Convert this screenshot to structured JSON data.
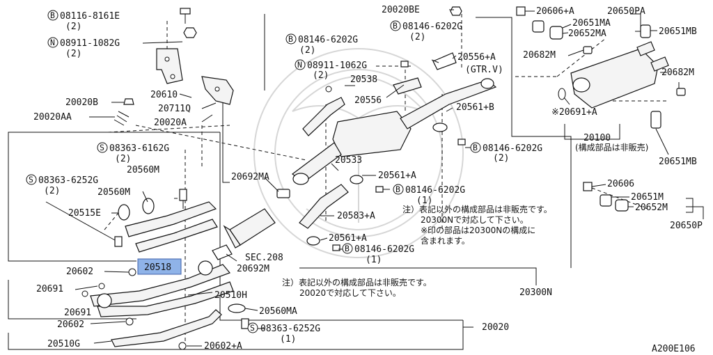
{
  "labels": {
    "p08116": "08116-8161E",
    "p08116_qty": "(2)",
    "p08911a": "08911-1082G",
    "p08911a_qty": "(2)",
    "p20610": "20610",
    "p20711Q": "20711Q",
    "p20020A": "20020A",
    "p20020B": "20020B",
    "p20020AA": "20020AA",
    "p08363_6162G": "08363-6162G",
    "p08363_6162G_qty": "(2)",
    "p20560M_a": "20560M",
    "p08363_6252G_a": "08363-6252G",
    "p08363_6252G_a_qty": "(2)",
    "p20560M_b": "20560M",
    "p20515E": "20515E",
    "p20602_a": "20602",
    "p20518": "20518",
    "p20691_a": "20691",
    "p20691_b": "20691",
    "p20602_b": "20602",
    "p20510G": "20510G",
    "p20602A": "20602+A",
    "p20510H": "20510H",
    "p20560MA": "20560MA",
    "p08363_6252G_b": "08363-6252G",
    "p08363_6252G_b_qty": "(1)",
    "p20020": "20020",
    "p20692M": "20692M",
    "p20692MA": "20692MA",
    "pSEC208": "SEC.208",
    "p20533": "20533",
    "p20561A_a": "20561+A",
    "p08146_d": "08146-6202G",
    "p08146_d_qty": "(1)",
    "p20583A": "20583+A",
    "p20561A_b": "20561+A",
    "p08146_e": "08146-6202G",
    "p08146_e_qty": "(1)",
    "p20300N": "20300N",
    "p08146_a": "08146-6202G",
    "p08146_a_qty": "(2)",
    "p08911b": "08911-1062G",
    "p08911b_qty": "(2)",
    "p20538": "20538",
    "p20556": "20556",
    "p20020BE": "20020BE",
    "p08146_b": "08146-6202G",
    "p08146_b_qty": "(2)",
    "p20556A": "20556+A",
    "pGTRV": "(GTR.V)",
    "p20561B": "20561+B",
    "p08146_c": "08146-6202G",
    "p08146_c_qty": "(2)",
    "p20606A": "20606+A",
    "p20650PA": "20650PA",
    "p20651MA": "20651MA",
    "p20652MA": "20652MA",
    "p20651MB_a": "20651MB",
    "p20682M_a": "20682M",
    "p20682M_b": "20682M",
    "p20691A": "※20691+A",
    "p20100": "20100",
    "p20100_note": "(構成部品は非販売)",
    "p20651MB_b": "20651MB",
    "p20606": "20606",
    "p20651M": "20651M",
    "p20652M": "20652M",
    "p20650P": "20650P",
    "diagram_id": "A200E106",
    "bolt_letter_b": "B",
    "nut_letter_n": "N",
    "screw_letter_s": "S"
  },
  "notes": {
    "note1_line1": "注）表記以外の構成部品は非販売です。",
    "note1_line2": "20300Nで対応して下さい。",
    "note1_line3": "※印の部品は20300Nの構成に",
    "note1_line4": "含まれます。",
    "note2_line1": "注）表記以外の構成部品は非販売です。",
    "note2_line2": "20020で対応して下さい。"
  },
  "highlight_color": "#8fb3e8"
}
